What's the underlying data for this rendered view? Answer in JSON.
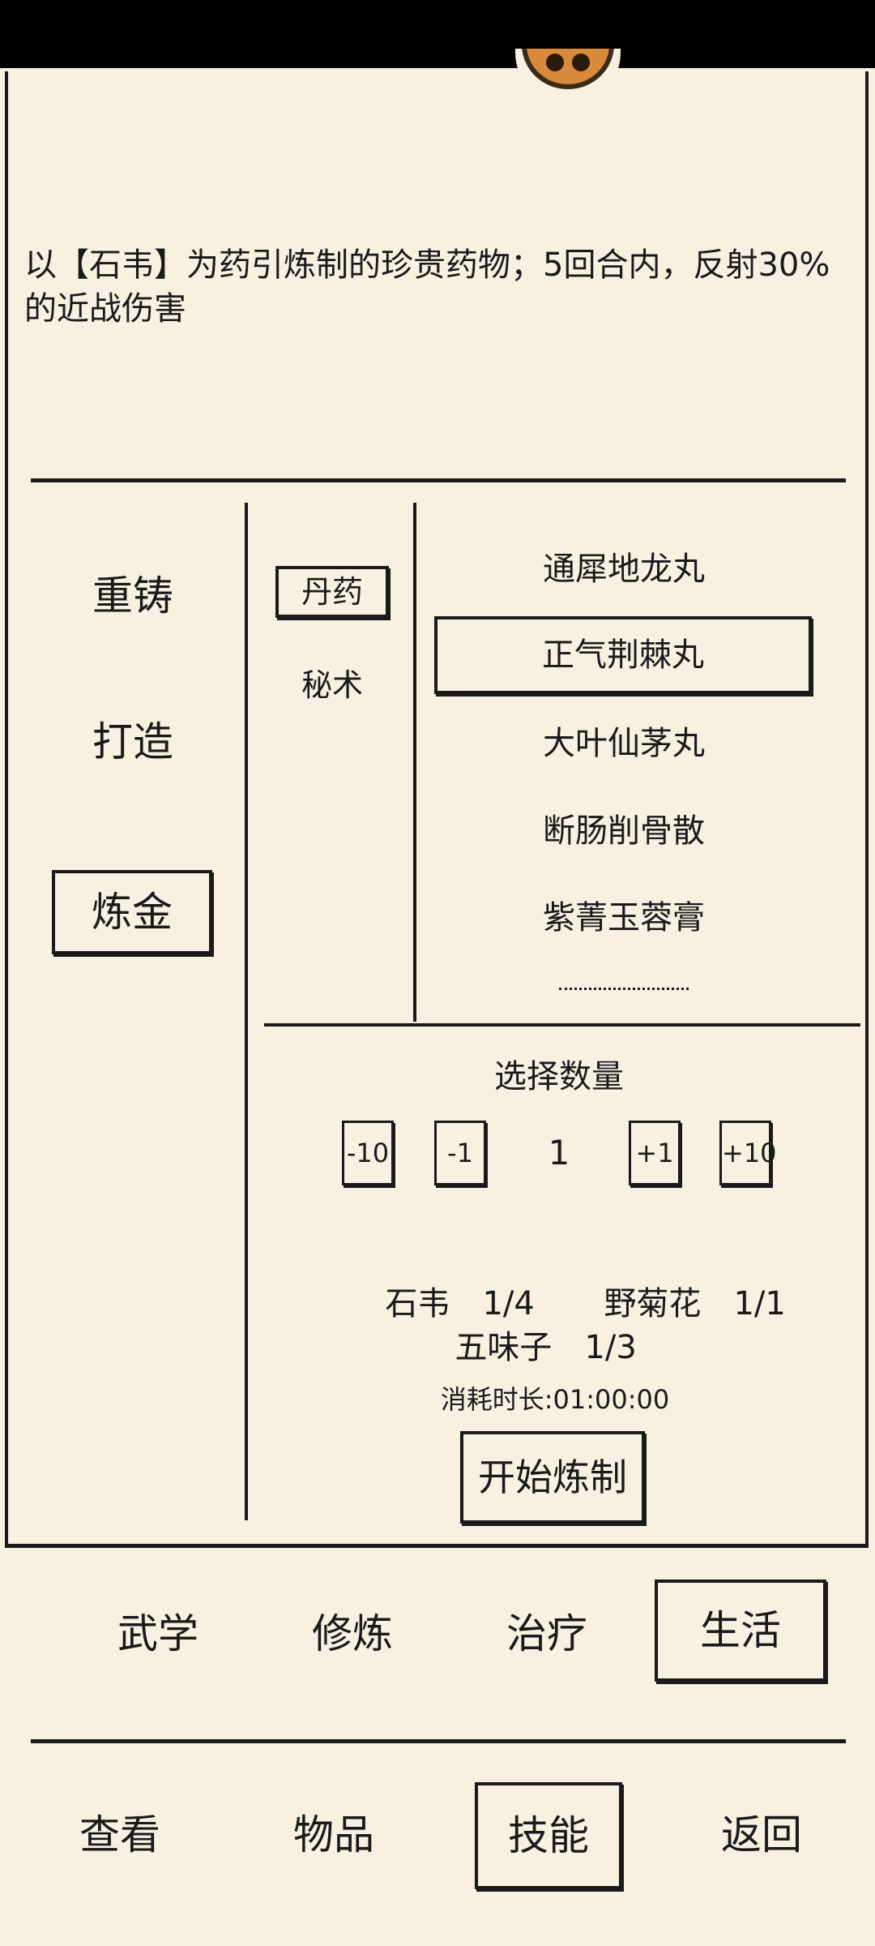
{
  "description": "以【石韦】为药引炼制的珍贵药物；5回合内，反射30%的近战伤害",
  "categories": [
    {
      "label": "重铸",
      "selected": false
    },
    {
      "label": "打造",
      "selected": false
    },
    {
      "label": "炼金",
      "selected": true
    }
  ],
  "subcategories": [
    {
      "label": "丹药",
      "selected": true
    },
    {
      "label": "秘术",
      "selected": false
    }
  ],
  "recipes": [
    {
      "label": "通犀地龙丸",
      "selected": false
    },
    {
      "label": "正气荆棘丸",
      "selected": true
    },
    {
      "label": "大叶仙茅丸",
      "selected": false
    },
    {
      "label": "断肠削骨散",
      "selected": false
    },
    {
      "label": "紫菁玉蓉膏",
      "selected": false
    }
  ],
  "quantity": {
    "title": "选择数量",
    "minus10": "-10",
    "minus1": "-1",
    "value": "1",
    "plus1": "+1",
    "plus10": "+10"
  },
  "materials": [
    {
      "name": "石韦",
      "count": "1/4"
    },
    {
      "name": "野菊花",
      "count": "1/1"
    },
    {
      "name": "五味子",
      "count": "1/3"
    }
  ],
  "duration": "消耗时长:01:00:00",
  "start_button": "开始炼制",
  "skill_tabs": [
    {
      "label": "武学",
      "selected": false
    },
    {
      "label": "修炼",
      "selected": false
    },
    {
      "label": "治疗",
      "selected": false
    },
    {
      "label": "生活",
      "selected": true
    }
  ],
  "bottom_nav": [
    {
      "label": "查看",
      "selected": false
    },
    {
      "label": "物品",
      "selected": false
    },
    {
      "label": "技能",
      "selected": true
    },
    {
      "label": "返回",
      "selected": false
    }
  ],
  "colors": {
    "background": "#f8f1e2",
    "ink": "#1a1a1a",
    "status_bar": "#000000"
  }
}
